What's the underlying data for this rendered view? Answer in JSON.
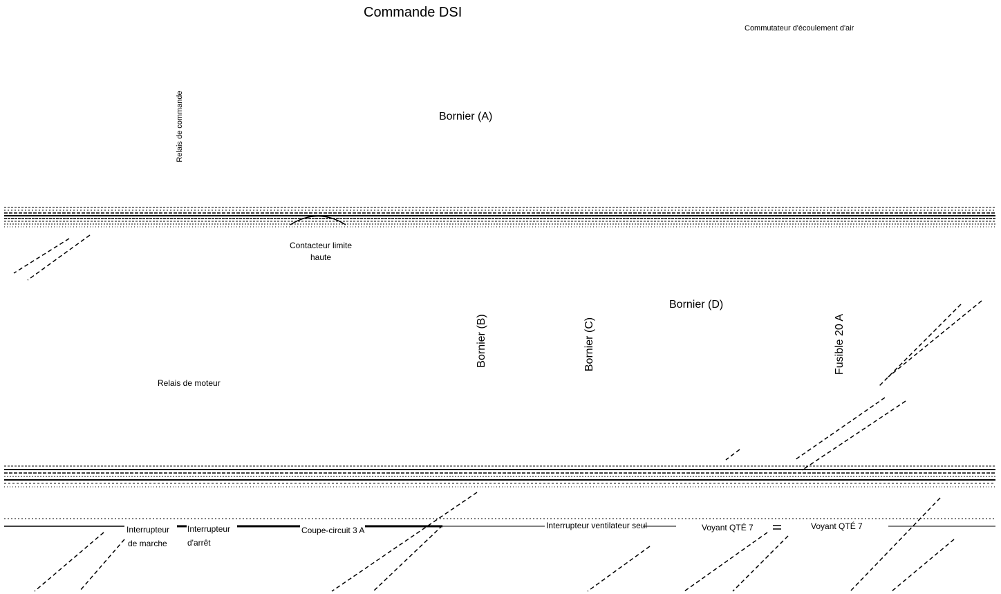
{
  "title": "Commande DSI",
  "labels": {
    "airflow_switch": "Commutateur d'écoulement d'air",
    "terminal_a": "Bornier (A)",
    "control_relay": "Relais de commande",
    "high_limit_line1": "Contacteur limite",
    "high_limit_line2": "haute",
    "terminal_d": "Bornier (D)",
    "terminal_b": "Bornier (B)",
    "terminal_c": "Bornier (C)",
    "fuse": "Fusible 20 A",
    "motor_relay": "Relais de moteur",
    "run_switch_line1": "Interrupteur",
    "run_switch_line2": "de marche",
    "stop_switch_line1": "Interrupteur",
    "stop_switch_line2": "d'arrêt",
    "breaker": "Coupe-circuit 3 A",
    "fan_only_switch": "Interrupteur ventilateur seul",
    "indicator_1": "Voyant QTÉ 7",
    "indicator_2": "Voyant QTÉ 7"
  },
  "colors": {
    "line": "#000000",
    "background": "#ffffff"
  }
}
